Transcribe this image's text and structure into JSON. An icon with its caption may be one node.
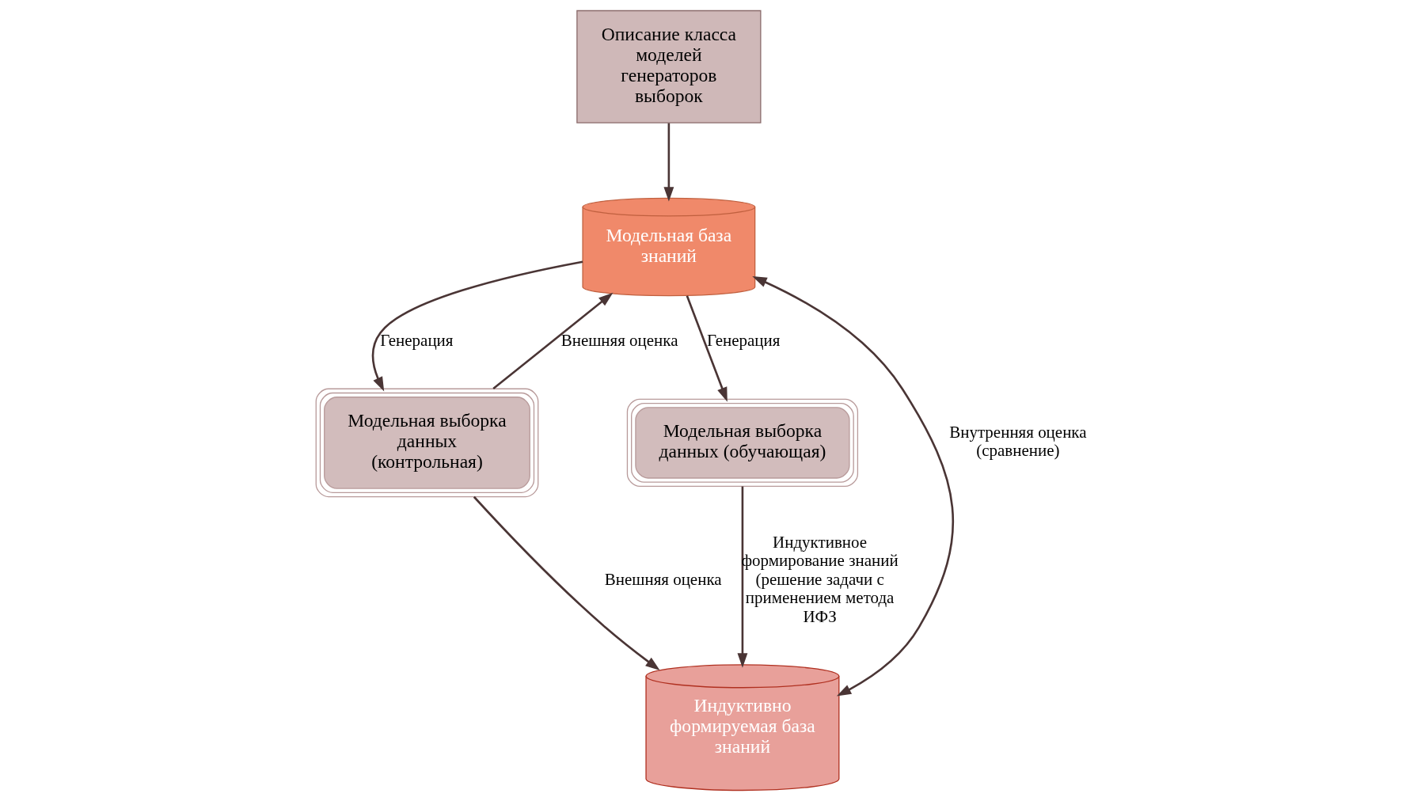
{
  "diagram": {
    "nodes": [
      {
        "text": [
          "Описание класса моделей генераторов выборок"
        ]
      },
      {
        "text": [
          "Модельная база знаний"
        ]
      },
      {
        "text": [
          "Модельная выборка данных (контрольная)"
        ]
      },
      {
        "text": [
          "Модельная выборка данных (обучающая)"
        ]
      },
      {
        "text": [
          "Индуктивно формируемая база знаний"
        ]
      }
    ],
    "edges": [
      {
        "from": 0,
        "to": 1,
        "arrow": "to"
      },
      {
        "from": 1,
        "to": 2,
        "arrow": "to",
        "label": "Генерация"
      },
      {
        "from": 2,
        "to": 1,
        "arrow": "to",
        "label": "Внешняя оценка"
      },
      {
        "from": 1,
        "to": 3,
        "arrow": "to",
        "label": "Генерация"
      },
      {
        "from": 1,
        "to": 4,
        "arrow": "both",
        "label": "Внутренняя оценка (сравнение)"
      },
      {
        "from": 2,
        "to": 4,
        "arrow": "to",
        "label": "Внешняя оценка"
      },
      {
        "from": 3,
        "to": 4,
        "arrow": "to",
        "label": "Индуктивное формирование знаний (решение задачи с применением метода ИФЗ"
      }
    ]
  }
}
